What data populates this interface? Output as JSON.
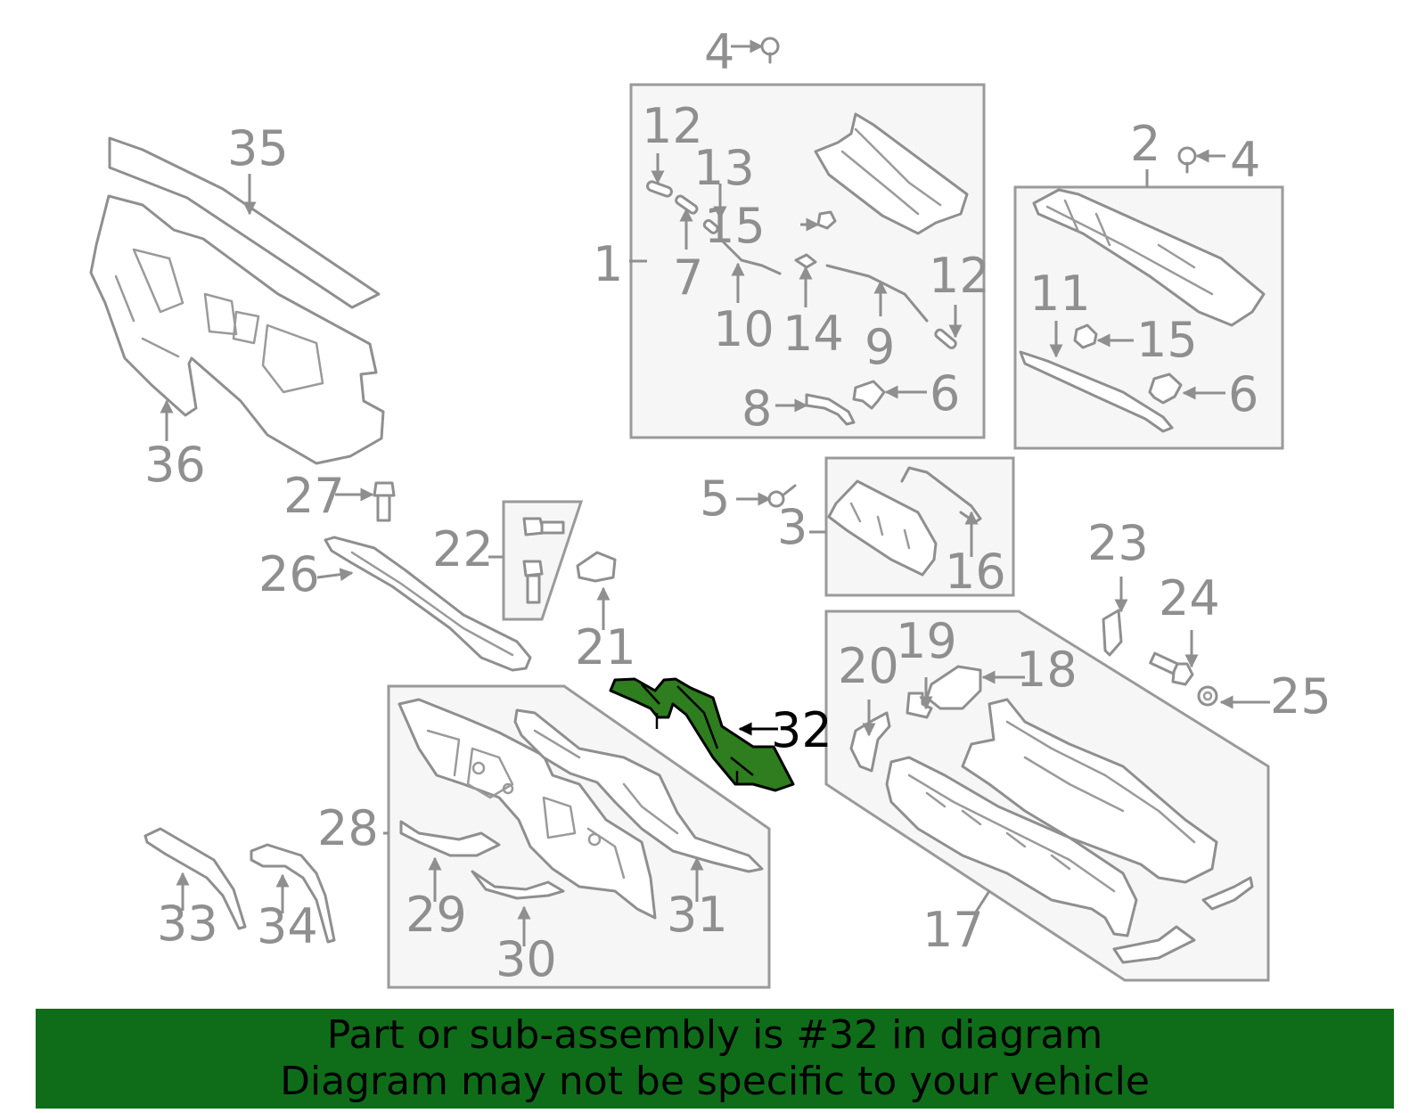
{
  "diagram": {
    "highlight_color": "#2e7d1e",
    "labels": {
      "l1": "1",
      "l2": "2",
      "l3": "3",
      "l4a": "4",
      "l4b": "4",
      "l5": "5",
      "l6a": "6",
      "l6b": "6",
      "l7": "7",
      "l8": "8",
      "l9": "9",
      "l10": "10",
      "l11": "11",
      "l12a": "12",
      "l12b": "12",
      "l13": "13",
      "l14": "14",
      "l15a": "15",
      "l15b": "15",
      "l16": "16",
      "l17": "17",
      "l18": "18",
      "l19": "19",
      "l20": "20",
      "l21": "21",
      "l22": "22",
      "l23": "23",
      "l24": "24",
      "l25": "25",
      "l26": "26",
      "l27": "27",
      "l28": "28",
      "l29": "29",
      "l30": "30",
      "l31": "31",
      "l32": "32",
      "l33": "33",
      "l34": "34",
      "l35": "35",
      "l36": "36"
    }
  },
  "banner": {
    "line1": "Part or sub-assembly is #32 in diagram",
    "line2": "Diagram may not be specific to your vehicle",
    "background": "#0f6d1a"
  }
}
